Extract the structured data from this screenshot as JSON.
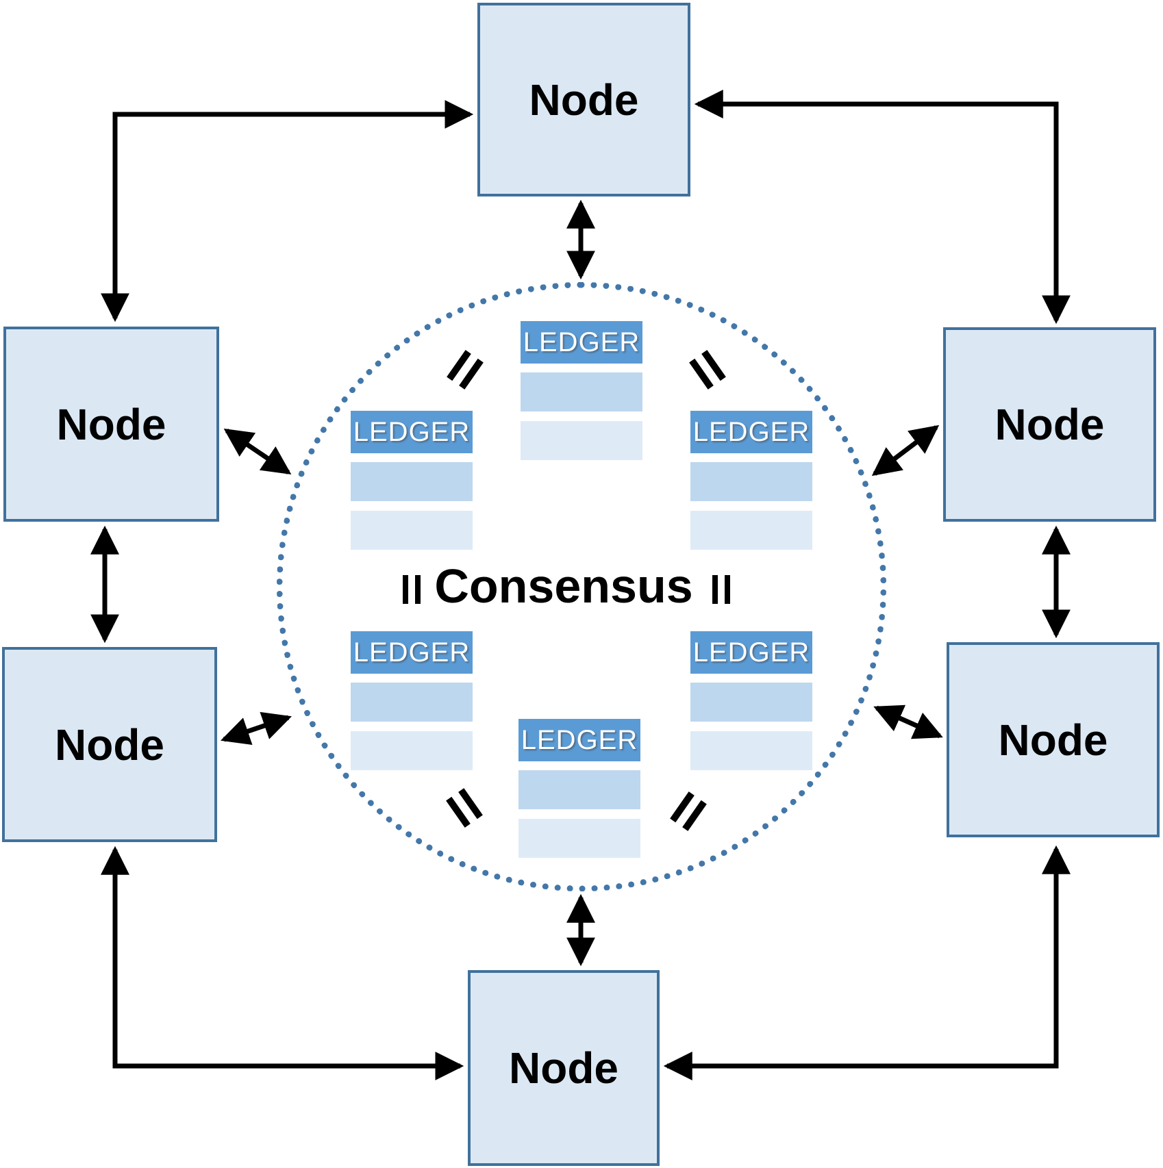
{
  "diagram": {
    "type": "network-consensus-diagram",
    "consensus_label": "Consensus",
    "nodes": [
      {
        "id": "top",
        "label": "Node"
      },
      {
        "id": "left-upper",
        "label": "Node"
      },
      {
        "id": "right-upper",
        "label": "Node"
      },
      {
        "id": "left-lower",
        "label": "Node"
      },
      {
        "id": "right-lower",
        "label": "Node"
      },
      {
        "id": "bottom",
        "label": "Node"
      }
    ],
    "ledgers": [
      {
        "id": "top",
        "label": "LEDGER",
        "rows": 2
      },
      {
        "id": "left-upper",
        "label": "LEDGER",
        "rows": 2
      },
      {
        "id": "right-upper",
        "label": "LEDGER",
        "rows": 2
      },
      {
        "id": "left-lower",
        "label": "LEDGER",
        "rows": 2
      },
      {
        "id": "right-lower",
        "label": "LEDGER",
        "rows": 2
      },
      {
        "id": "bottom",
        "label": "LEDGER",
        "rows": 2
      }
    ],
    "equals_marks": [
      {
        "id": "mid-left",
        "symbol": "=",
        "orientation": "vertical"
      },
      {
        "id": "mid-right",
        "symbol": "=",
        "orientation": "vertical"
      },
      {
        "id": "upper-left",
        "symbol": "=",
        "orientation": "diagonal"
      },
      {
        "id": "upper-right",
        "symbol": "=",
        "orientation": "diagonal"
      },
      {
        "id": "lower-left",
        "symbol": "=",
        "orientation": "diagonal"
      },
      {
        "id": "lower-right",
        "symbol": "=",
        "orientation": "diagonal"
      }
    ],
    "edges": [
      {
        "from": "left-upper",
        "to": "top",
        "style": "elbow",
        "bidirectional": true
      },
      {
        "from": "right-upper",
        "to": "top",
        "style": "elbow",
        "bidirectional": true
      },
      {
        "from": "left-lower",
        "to": "bottom",
        "style": "elbow",
        "bidirectional": true
      },
      {
        "from": "right-lower",
        "to": "bottom",
        "style": "elbow",
        "bidirectional": true
      },
      {
        "from": "left-upper",
        "to": "left-lower",
        "style": "straight",
        "bidirectional": true
      },
      {
        "from": "right-upper",
        "to": "right-lower",
        "style": "straight",
        "bidirectional": true
      },
      {
        "from": "top",
        "to": "consensus-circle",
        "style": "straight",
        "bidirectional": true
      },
      {
        "from": "bottom",
        "to": "consensus-circle",
        "style": "straight",
        "bidirectional": true
      },
      {
        "from": "left-upper",
        "to": "consensus-circle",
        "style": "straight",
        "bidirectional": true
      },
      {
        "from": "left-lower",
        "to": "consensus-circle",
        "style": "straight",
        "bidirectional": true
      },
      {
        "from": "right-upper",
        "to": "consensus-circle",
        "style": "straight",
        "bidirectional": true
      },
      {
        "from": "right-lower",
        "to": "consensus-circle",
        "style": "straight",
        "bidirectional": true
      }
    ],
    "colors": {
      "node_fill": "#dbe8f4",
      "node_border": "#41719c",
      "ledger_header": "#5b9bd5",
      "ledger_row_medium": "#bdd7ee",
      "ledger_row_light": "#deebf7",
      "circle_dotted": "#4377a9",
      "arrows": "#000000",
      "text": "#000000",
      "ledger_text": "#ffffff"
    }
  }
}
